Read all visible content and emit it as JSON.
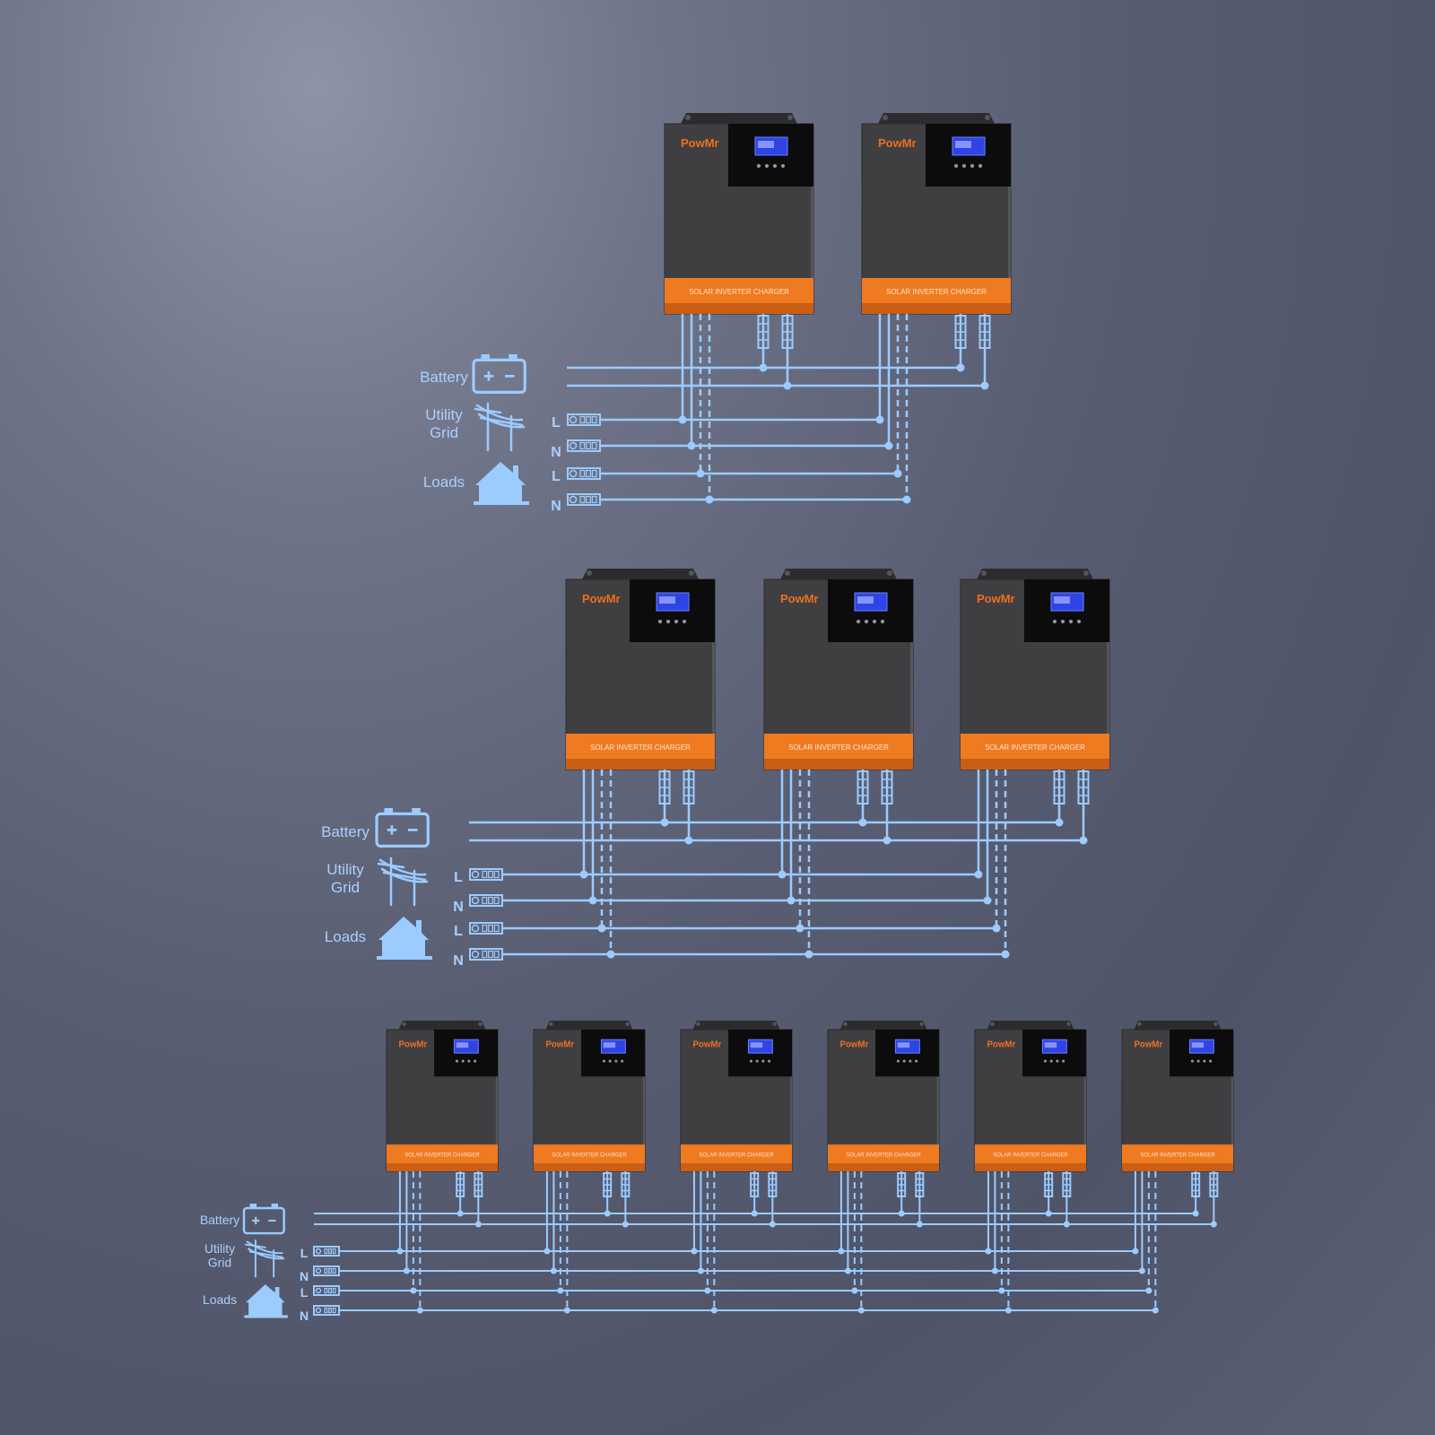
{
  "colors": {
    "line": "#9ccbff",
    "label": "#a9d1ff",
    "body": "#3f3f42",
    "band": "#f07a1f",
    "brand": "#ee6f1e",
    "screen": "#2f44e6"
  },
  "brand": "PowMr",
  "band_text": "SOLAR INVERTER CHARGER",
  "labels": {
    "battery": "Battery",
    "utility_line1": "Utility",
    "utility_line2": "Grid",
    "loads": "Loads",
    "l": "L",
    "n": "N"
  },
  "icons": {
    "battery": "battery-icon",
    "utility": "power-pole-icon",
    "loads": "house-icon"
  },
  "systems": [
    {
      "units": 2
    },
    {
      "units": 3
    },
    {
      "units": 6
    }
  ]
}
